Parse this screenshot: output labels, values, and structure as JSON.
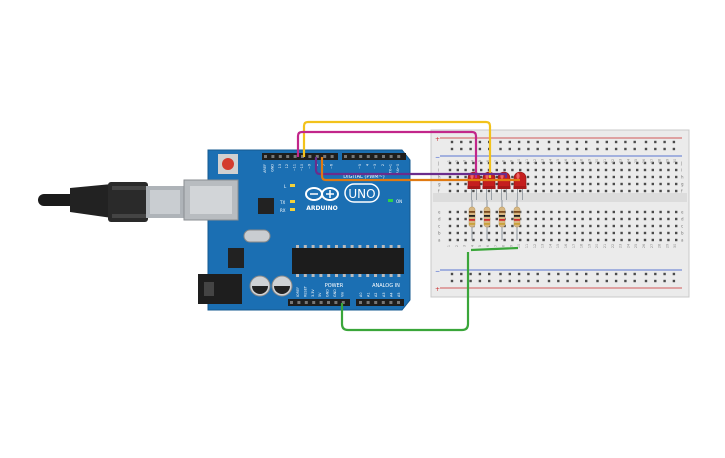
{
  "board": {
    "name": "UNO",
    "brand": "ARDUINO",
    "digital_label": "DIGITAL (PWM~)",
    "power_label": "POWER",
    "analog_label": "ANALOG IN",
    "on_label": "ON",
    "tx_label": "TX",
    "rx_label": "RX",
    "l_label": "L",
    "digital_pins": [
      "AREF",
      "GND",
      "13",
      "12",
      "~11",
      "~10",
      "~9",
      "8",
      "7",
      "~6",
      "~5",
      "4",
      "~3",
      "2",
      "TX→1",
      "RX←0"
    ],
    "power_pins": [
      "IOREF",
      "RESET",
      "3.3V",
      "5V",
      "GND",
      "GND",
      "Vin"
    ],
    "analog_pins": [
      "A0",
      "A1",
      "A2",
      "A3",
      "A4",
      "A5"
    ]
  },
  "breadboard": {
    "row_labels_top": [
      "j",
      "i",
      "h",
      "g",
      "f"
    ],
    "row_labels_bottom": [
      "e",
      "d",
      "c",
      "b",
      "a"
    ],
    "column_numbers": [
      "1",
      "2",
      "3",
      "4",
      "5",
      "6",
      "7",
      "8",
      "9",
      "10",
      "11",
      "12",
      "13",
      "14",
      "15",
      "16",
      "17",
      "18",
      "19",
      "20",
      "21",
      "22",
      "23",
      "24",
      "25",
      "26",
      "27",
      "28",
      "29",
      "30"
    ],
    "rail_plus": "+",
    "rail_minus": "−"
  },
  "components": {
    "led_count": 4,
    "resistor_count": 4
  },
  "colors": {
    "board_blue": "#1b6fb3",
    "led_red": "#c51e1e",
    "wire_yellow": "#f2c21b",
    "wire_pink": "#c2268a",
    "wire_purple": "#6b2c8c",
    "wire_orange": "#e07a12",
    "wire_green": "#3aa63a"
  }
}
